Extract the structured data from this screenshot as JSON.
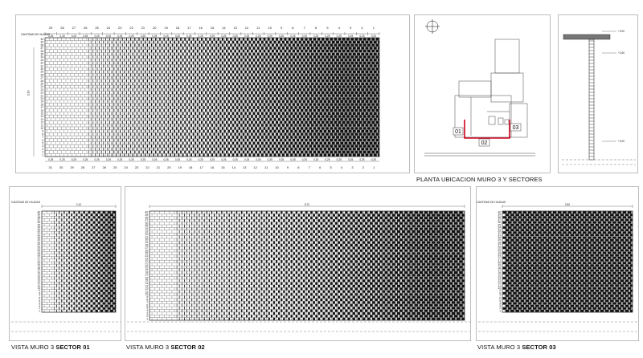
{
  "elevation": {
    "column_numbers": [
      "29",
      "28",
      "27",
      "26",
      "25",
      "24",
      "23",
      "22",
      "21",
      "20",
      "19",
      "18",
      "17",
      "16",
      "15",
      "14",
      "13",
      "12",
      "11",
      "10",
      "9",
      "8",
      "7",
      "6",
      "5",
      "4",
      "3",
      "2",
      "1"
    ],
    "bottom_numbers": [
      "31",
      "30",
      "29",
      "28",
      "27",
      "26",
      "25",
      "24",
      "23",
      "22",
      "21",
      "20",
      "19",
      "18",
      "17",
      "16",
      "15",
      "14",
      "13",
      "12",
      "11",
      "10",
      "9",
      "8",
      "7",
      "6",
      "5",
      "4",
      "3",
      "2",
      "1"
    ],
    "title_note": "CANTIDAD DE HILADAS",
    "dim_value": "0,25",
    "height_label": "3,30"
  },
  "plan": {
    "caption": "PLANTA UBICACION MURO 3 Y SECTORES",
    "sector_labels": [
      "01",
      "02",
      "03"
    ]
  },
  "section": {
    "levels": [
      "+3,00",
      "+2,60",
      "+0,00"
    ]
  },
  "views": [
    {
      "prefix": "VISTA MURO 3 ",
      "bold": "SECTOR 01",
      "note": "CANTIDAD DE HILADAS",
      "dim": "2,10"
    },
    {
      "prefix": "VISTA MURO 3 ",
      "bold": "SECTOR 02",
      "note": "",
      "dim": "8,70"
    },
    {
      "prefix": "VISTA MURO 3 ",
      "bold": "SECTOR 03",
      "note": "CANTIDAD DE HILADAS",
      "dim": "2,80"
    }
  ],
  "colors": {
    "line": "#111111",
    "frame": "#bdbdbd",
    "accent_red": "#d0021b"
  }
}
